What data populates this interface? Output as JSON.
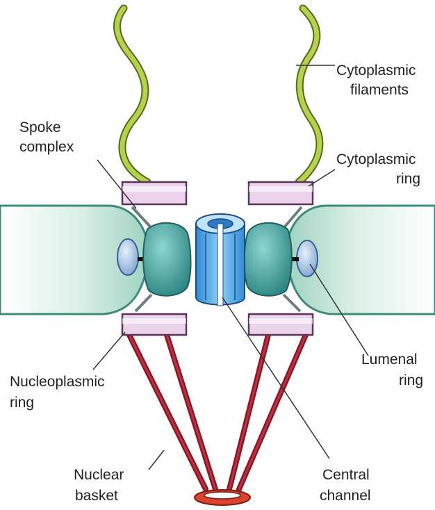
{
  "labels": {
    "cytoplasmic_filaments": [
      "Cytoplasmic",
      "filaments"
    ],
    "spoke_complex": [
      "Spoke",
      "complex"
    ],
    "cytoplasmic_ring": [
      "Cytoplasmic",
      "ring"
    ],
    "lumenal_ring": [
      "Lumenal",
      "ring"
    ],
    "nucleoplasmic_ring": [
      "Nucleoplasmic",
      "ring"
    ],
    "nuclear_basket": [
      "Nuclear",
      "basket"
    ],
    "central_channel": [
      "Central",
      "channel"
    ]
  },
  "colors": {
    "filament": "#a8c83c",
    "ring_fill": "#ebd2eb",
    "ring_stroke": "#6a3d6a",
    "envelope": "#cfe8de",
    "envelope_stroke": "#3d8a7a",
    "spoke_body": "#3e9e9a",
    "lumenal": "#9dbce0",
    "channel": "#4aa0e0",
    "basket": "#a11a2a",
    "basket_ring": "#d9442c"
  }
}
